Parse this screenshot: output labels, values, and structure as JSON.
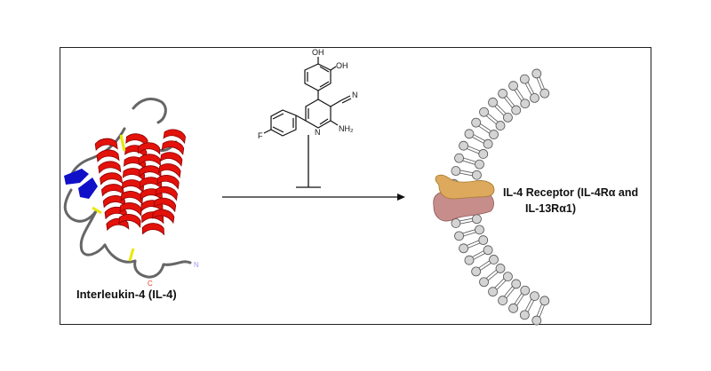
{
  "protein": {
    "label": "Interleukin-4 (IL-4)",
    "n_terminus": "N",
    "c_terminus": "C"
  },
  "receptor": {
    "label_line1": "IL-4 Receptor (IL-4Rα and",
    "label_line2": "IL-13Rα1)"
  },
  "inhibitor": {
    "atoms": {
      "oh1": "OH",
      "oh2": "OH",
      "nitrile_n": "N",
      "ring_n": "N",
      "amine": "NH₂",
      "fluorine": "F"
    }
  },
  "colors": {
    "helix": "#e3120b",
    "strand": "#1010c8",
    "coil": "#666666",
    "disulfide": "#e8e800",
    "receptor_top": "#dca95d",
    "receptor_bottom": "#c78d8b",
    "lipid_head": "#d4d4d4",
    "n_terminus": "#9a9aee",
    "c_terminus": "#e33b2a"
  }
}
